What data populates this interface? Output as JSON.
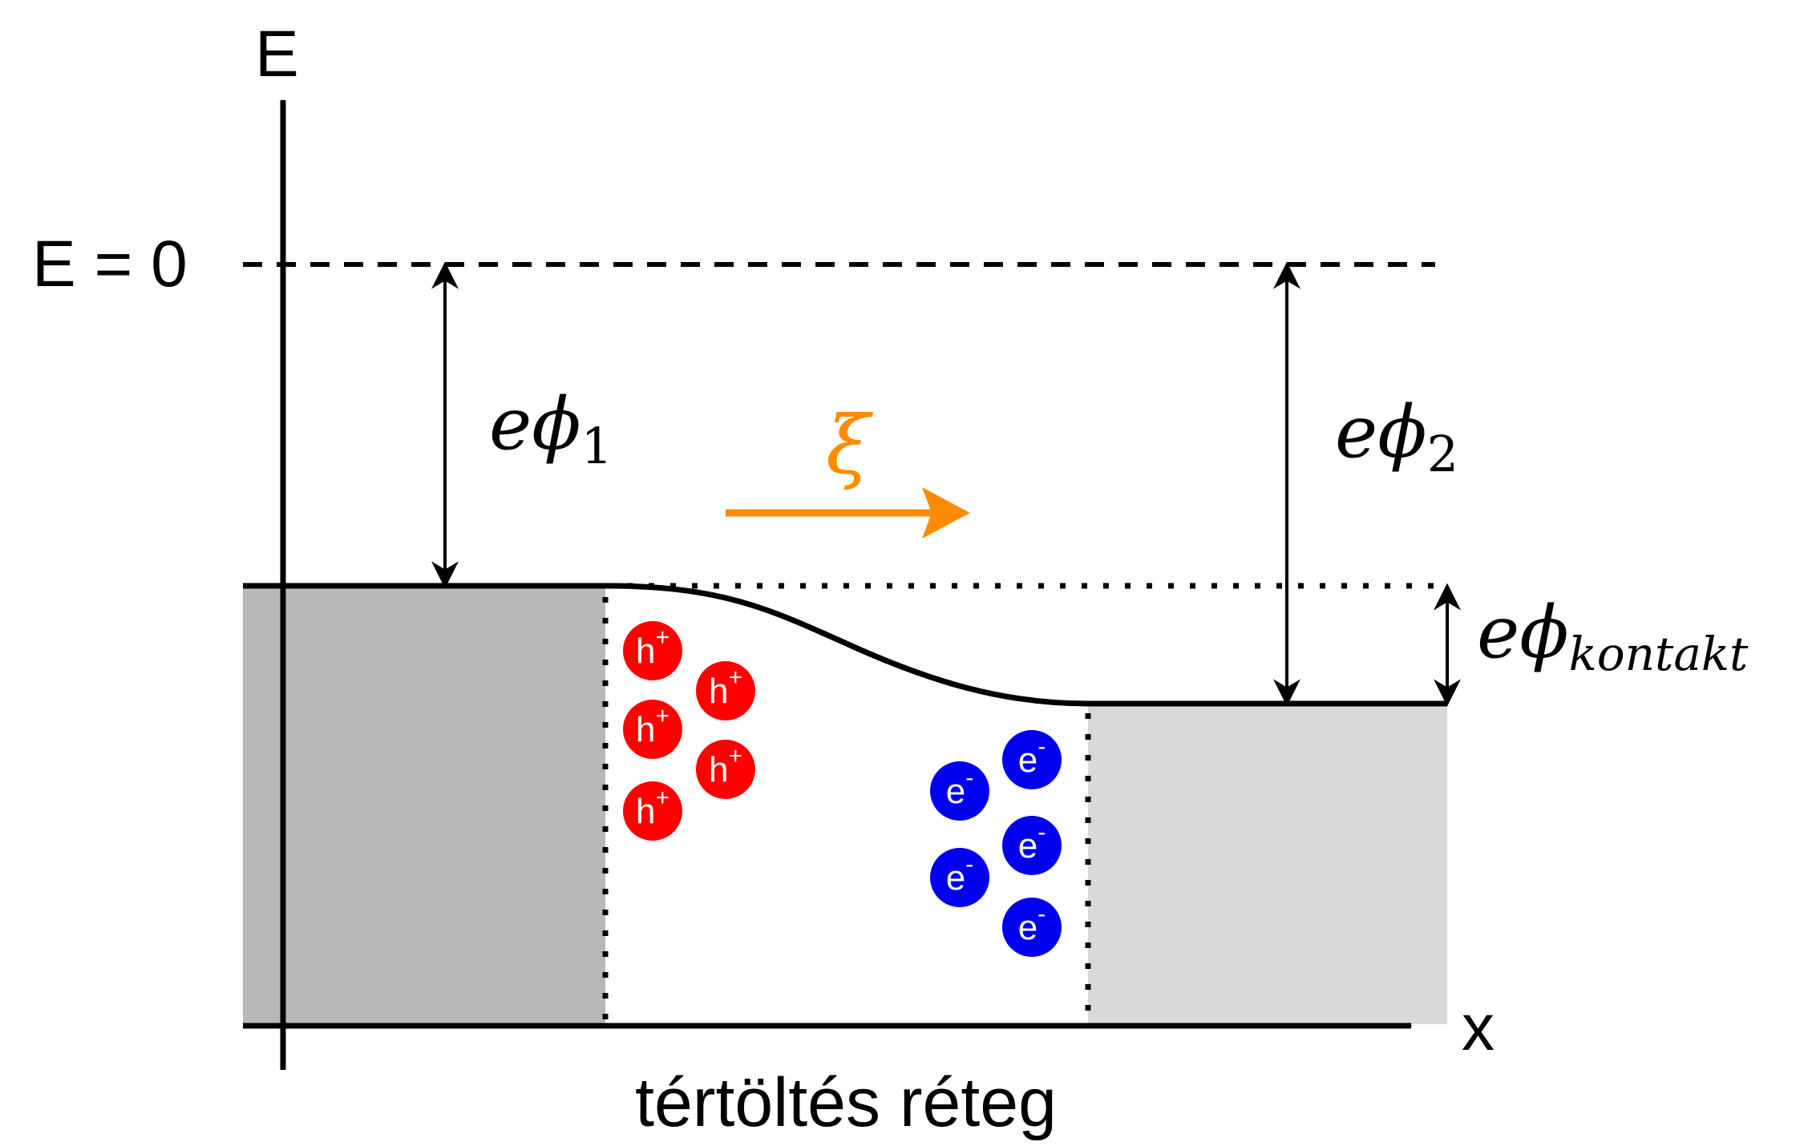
{
  "axes": {
    "y_label": "E",
    "x_label": "x",
    "zero_level_label": "E = 0"
  },
  "labels": {
    "barrier_1": {
      "main": "eϕ",
      "sub": "1"
    },
    "barrier_2": {
      "main": "eϕ",
      "sub": "2"
    },
    "contact": {
      "main": "eϕ",
      "sub": "kontakt"
    },
    "field": "ξ",
    "region": "tértöltés réteg"
  },
  "carriers": {
    "holes": {
      "label": "h",
      "sup": "+",
      "count": 5
    },
    "electrons": {
      "label": "e",
      "sup": "-",
      "count": 5
    }
  },
  "colors": {
    "left_region": "#b8b8b8",
    "right_region": "#d9d9d9",
    "hole": "#ff0000",
    "electron": "#0000ee",
    "field_arrow": "#ff8c00",
    "line": "#000000"
  }
}
